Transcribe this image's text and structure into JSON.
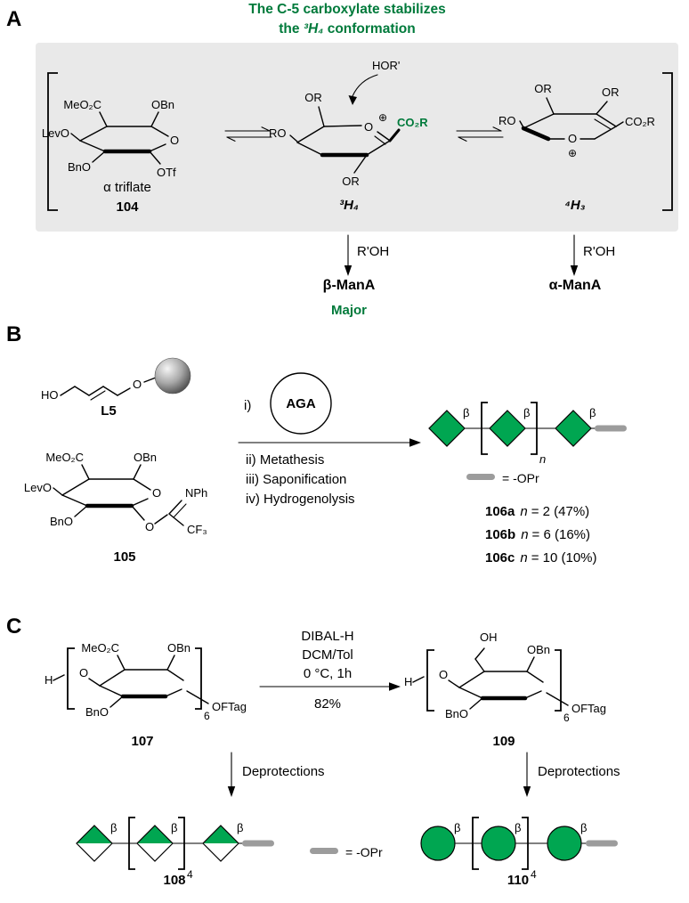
{
  "colors": {
    "title_green": "#007A3B",
    "co2r_green": "#007A3B",
    "symbol_green": "#00A651",
    "bar_gray": "#9C9C9C",
    "box_gray": "#E9E9E9"
  },
  "panelA": {
    "label": "A",
    "title_line1": "The C-5 carboxylate stabilizes",
    "title_line2_pre": "the ",
    "title_line2_conf": "³H₄",
    "title_line2_post": " conformation",
    "s104": {
      "meo2c": "MeO₂C",
      "obn": "OBn",
      "levo": "LevO",
      "bno": "BnO",
      "ringO": "O",
      "otf": "OTf",
      "caption": "α triflate",
      "number": "104"
    },
    "s3h4": {
      "hor": "HOR'",
      "or_top": "OR",
      "ro": "RO",
      "ringO": "O",
      "plus": "⊕",
      "co2r": "CO₂R",
      "or_bottom": "OR",
      "caption": "³H₄"
    },
    "s4h3": {
      "or_left": "OR",
      "or_right": "OR",
      "ro": "RO",
      "ringO": "O",
      "plus": "⊕",
      "co2r": "CO₂R",
      "caption": "⁴H₃"
    },
    "left_arrow_label": "R'OH",
    "right_arrow_label": "R'OH",
    "left_product": "β-ManA",
    "left_product_note": "Major",
    "right_product": "α-ManA"
  },
  "panelB": {
    "label": "B",
    "l5": {
      "ho": "HO",
      "o": "O",
      "caption": "L5"
    },
    "s105": {
      "meo2c": "MeO₂C",
      "obn": "OBn",
      "levo": "LevO",
      "bno": "BnO",
      "ringO": "O",
      "o": "O",
      "nph": "NPh",
      "cf3": "CF₃",
      "caption": "105"
    },
    "aga": {
      "step": "i)",
      "label": "AGA"
    },
    "steps": [
      "ii) Metathesis",
      "iii) Saponification",
      "iv) Hydrogenolysis"
    ],
    "chain": {
      "beta1": "β",
      "beta2": "β",
      "beta3": "β",
      "sub": "n"
    },
    "legend": "= -OPr",
    "products": [
      {
        "id": "106a",
        "var": "n",
        "rest": "= 2 (47%)"
      },
      {
        "id": "106b",
        "var": "n",
        "rest": "= 6 (16%)"
      },
      {
        "id": "106c",
        "var": "n",
        "rest": "= 10 (10%)"
      }
    ]
  },
  "panelC": {
    "label": "C",
    "s107": {
      "h": "H",
      "o": "O",
      "meo2c": "MeO₂C",
      "obn": "OBn",
      "bno": "BnO",
      "oftag": "OFTag",
      "sub": "6",
      "caption": "107"
    },
    "conditions": {
      "line1": "DIBAL-H",
      "line2": "DCM/Tol",
      "line3": "0 °C, 1h",
      "yield": "82%"
    },
    "s109": {
      "h": "H",
      "o": "O",
      "oh": "OH",
      "obn": "OBn",
      "bno": "BnO",
      "oftag": "OFTag",
      "sub": "6",
      "caption": "109"
    },
    "deprotection_left": "Deprotections",
    "deprotection_right": "Deprotections",
    "chain108": {
      "beta1": "β",
      "beta2": "β",
      "beta3": "β",
      "sub": "4",
      "caption": "108"
    },
    "legend": "= -OPr",
    "chain110": {
      "beta1": "β",
      "beta2": "β",
      "beta3": "β",
      "sub": "4",
      "caption": "110"
    }
  }
}
